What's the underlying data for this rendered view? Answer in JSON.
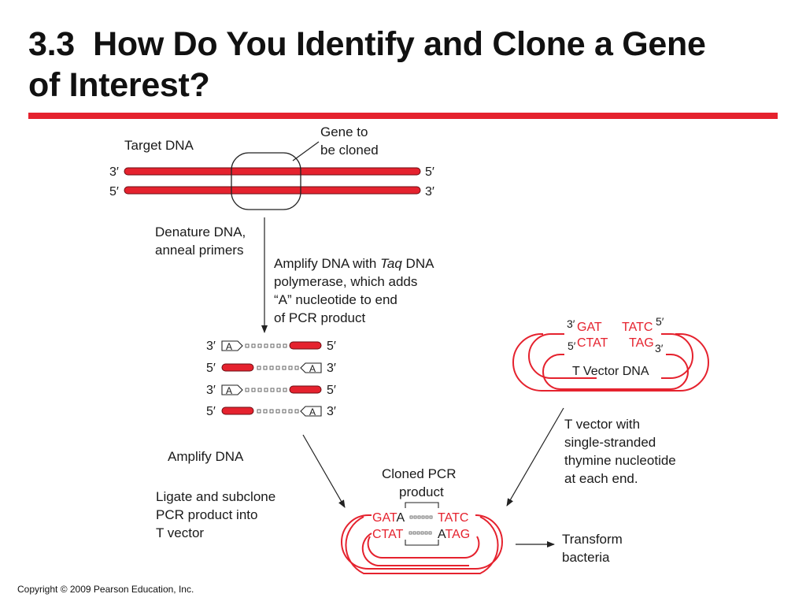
{
  "slide": {
    "title_line1": "3.3  How Do You Identify and Clone a Gene",
    "title_line2": "of Interest?",
    "copyright": "Copyright © 2009 Pearson Education, Inc."
  },
  "colors": {
    "strand_red": "#e5222e",
    "rule_red": "#e5222e",
    "text": "#1a1a1a"
  },
  "figure": {
    "target_dna_label": "Target DNA",
    "gene_label_line1": "Gene to",
    "gene_label_line2": "be cloned",
    "target_top_left": "3′",
    "target_top_right": "5′",
    "target_bottom_left": "5′",
    "target_bottom_right": "3′",
    "denature_line1": "Denature DNA,",
    "denature_line2": "anneal primers",
    "amplify_line1_pre": "Amplify DNA with ",
    "amplify_line1_ital": "Taq",
    "amplify_line1_post": " DNA",
    "amplify_line2": "polymerase, which adds",
    "amplify_line3": "“A” nucleotide to end",
    "amplify_line4": "of PCR product",
    "pcr_rows": [
      {
        "left": "3′",
        "right": "5′",
        "a": "A"
      },
      {
        "left": "5′",
        "right": "3′",
        "a": "A"
      },
      {
        "left": "3′",
        "right": "5′",
        "a": "A"
      },
      {
        "left": "5′",
        "right": "3′",
        "a": "A"
      }
    ],
    "amplify_dna": "Amplify DNA",
    "ligate_line1": "Ligate and subclone",
    "ligate_line2": "PCR product into",
    "ligate_line3": "T vector",
    "tvector_top_left_prime": "3′",
    "tvector_top_left_seq": "GAT",
    "tvector_top_right_seq": "TATC",
    "tvector_top_right_prime": "5′",
    "tvector_bottom_left_prime": "5′",
    "tvector_bottom_left_seq": "CTAT",
    "tvector_bottom_right_seq": "TAG",
    "tvector_bottom_right_prime": "3′",
    "tvector_label": "T Vector DNA",
    "tvector_desc_line1": "T vector with",
    "tvector_desc_line2": "single-stranded",
    "tvector_desc_line3": "thymine nucleotide",
    "tvector_desc_line4": "at each end.",
    "cloned_line1": "Cloned PCR",
    "cloned_line2": "product",
    "cloned_top_left_red": "GAT",
    "cloned_top_left_black": "A",
    "cloned_top_right_red": "TATC",
    "cloned_bottom_left_red": "CTAT",
    "cloned_bottom_right_black": "A",
    "cloned_bottom_right_red": "TAG",
    "transform_line1": "Transform",
    "transform_line2": "bacteria"
  }
}
